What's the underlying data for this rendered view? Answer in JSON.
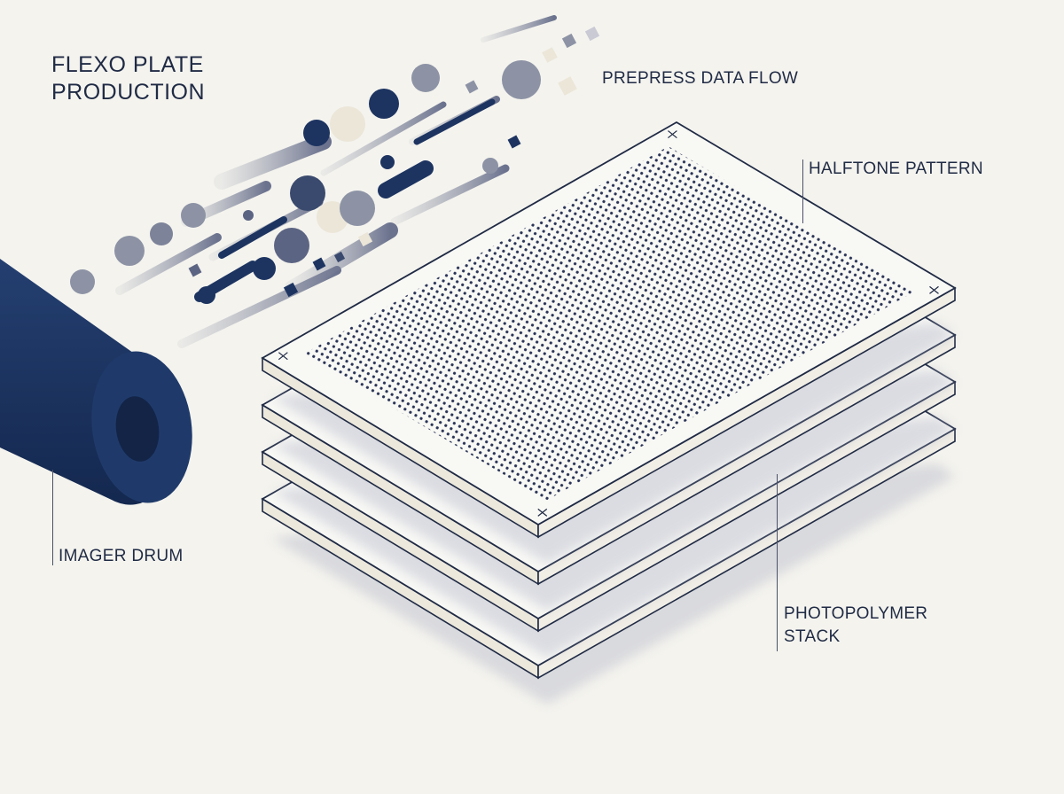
{
  "title": {
    "line1": "FLEXO PLATE",
    "line2": "PRODUCTION"
  },
  "labels": {
    "prepress": "PREPRESS DATA FLOW",
    "halftone": "HALFTONE PATTERN",
    "drum": "IMAGER DRUM",
    "stack_line1": "PHOTOPOLYMER",
    "stack_line2": "STACK"
  },
  "colors": {
    "navy": "#1d3461",
    "background": "#f4f3ee",
    "plate": "#f8f8f5",
    "edge": "#ece8dc",
    "grey": "#8d93a5",
    "cream": "#ebe6d8"
  },
  "plate_count": 4
}
